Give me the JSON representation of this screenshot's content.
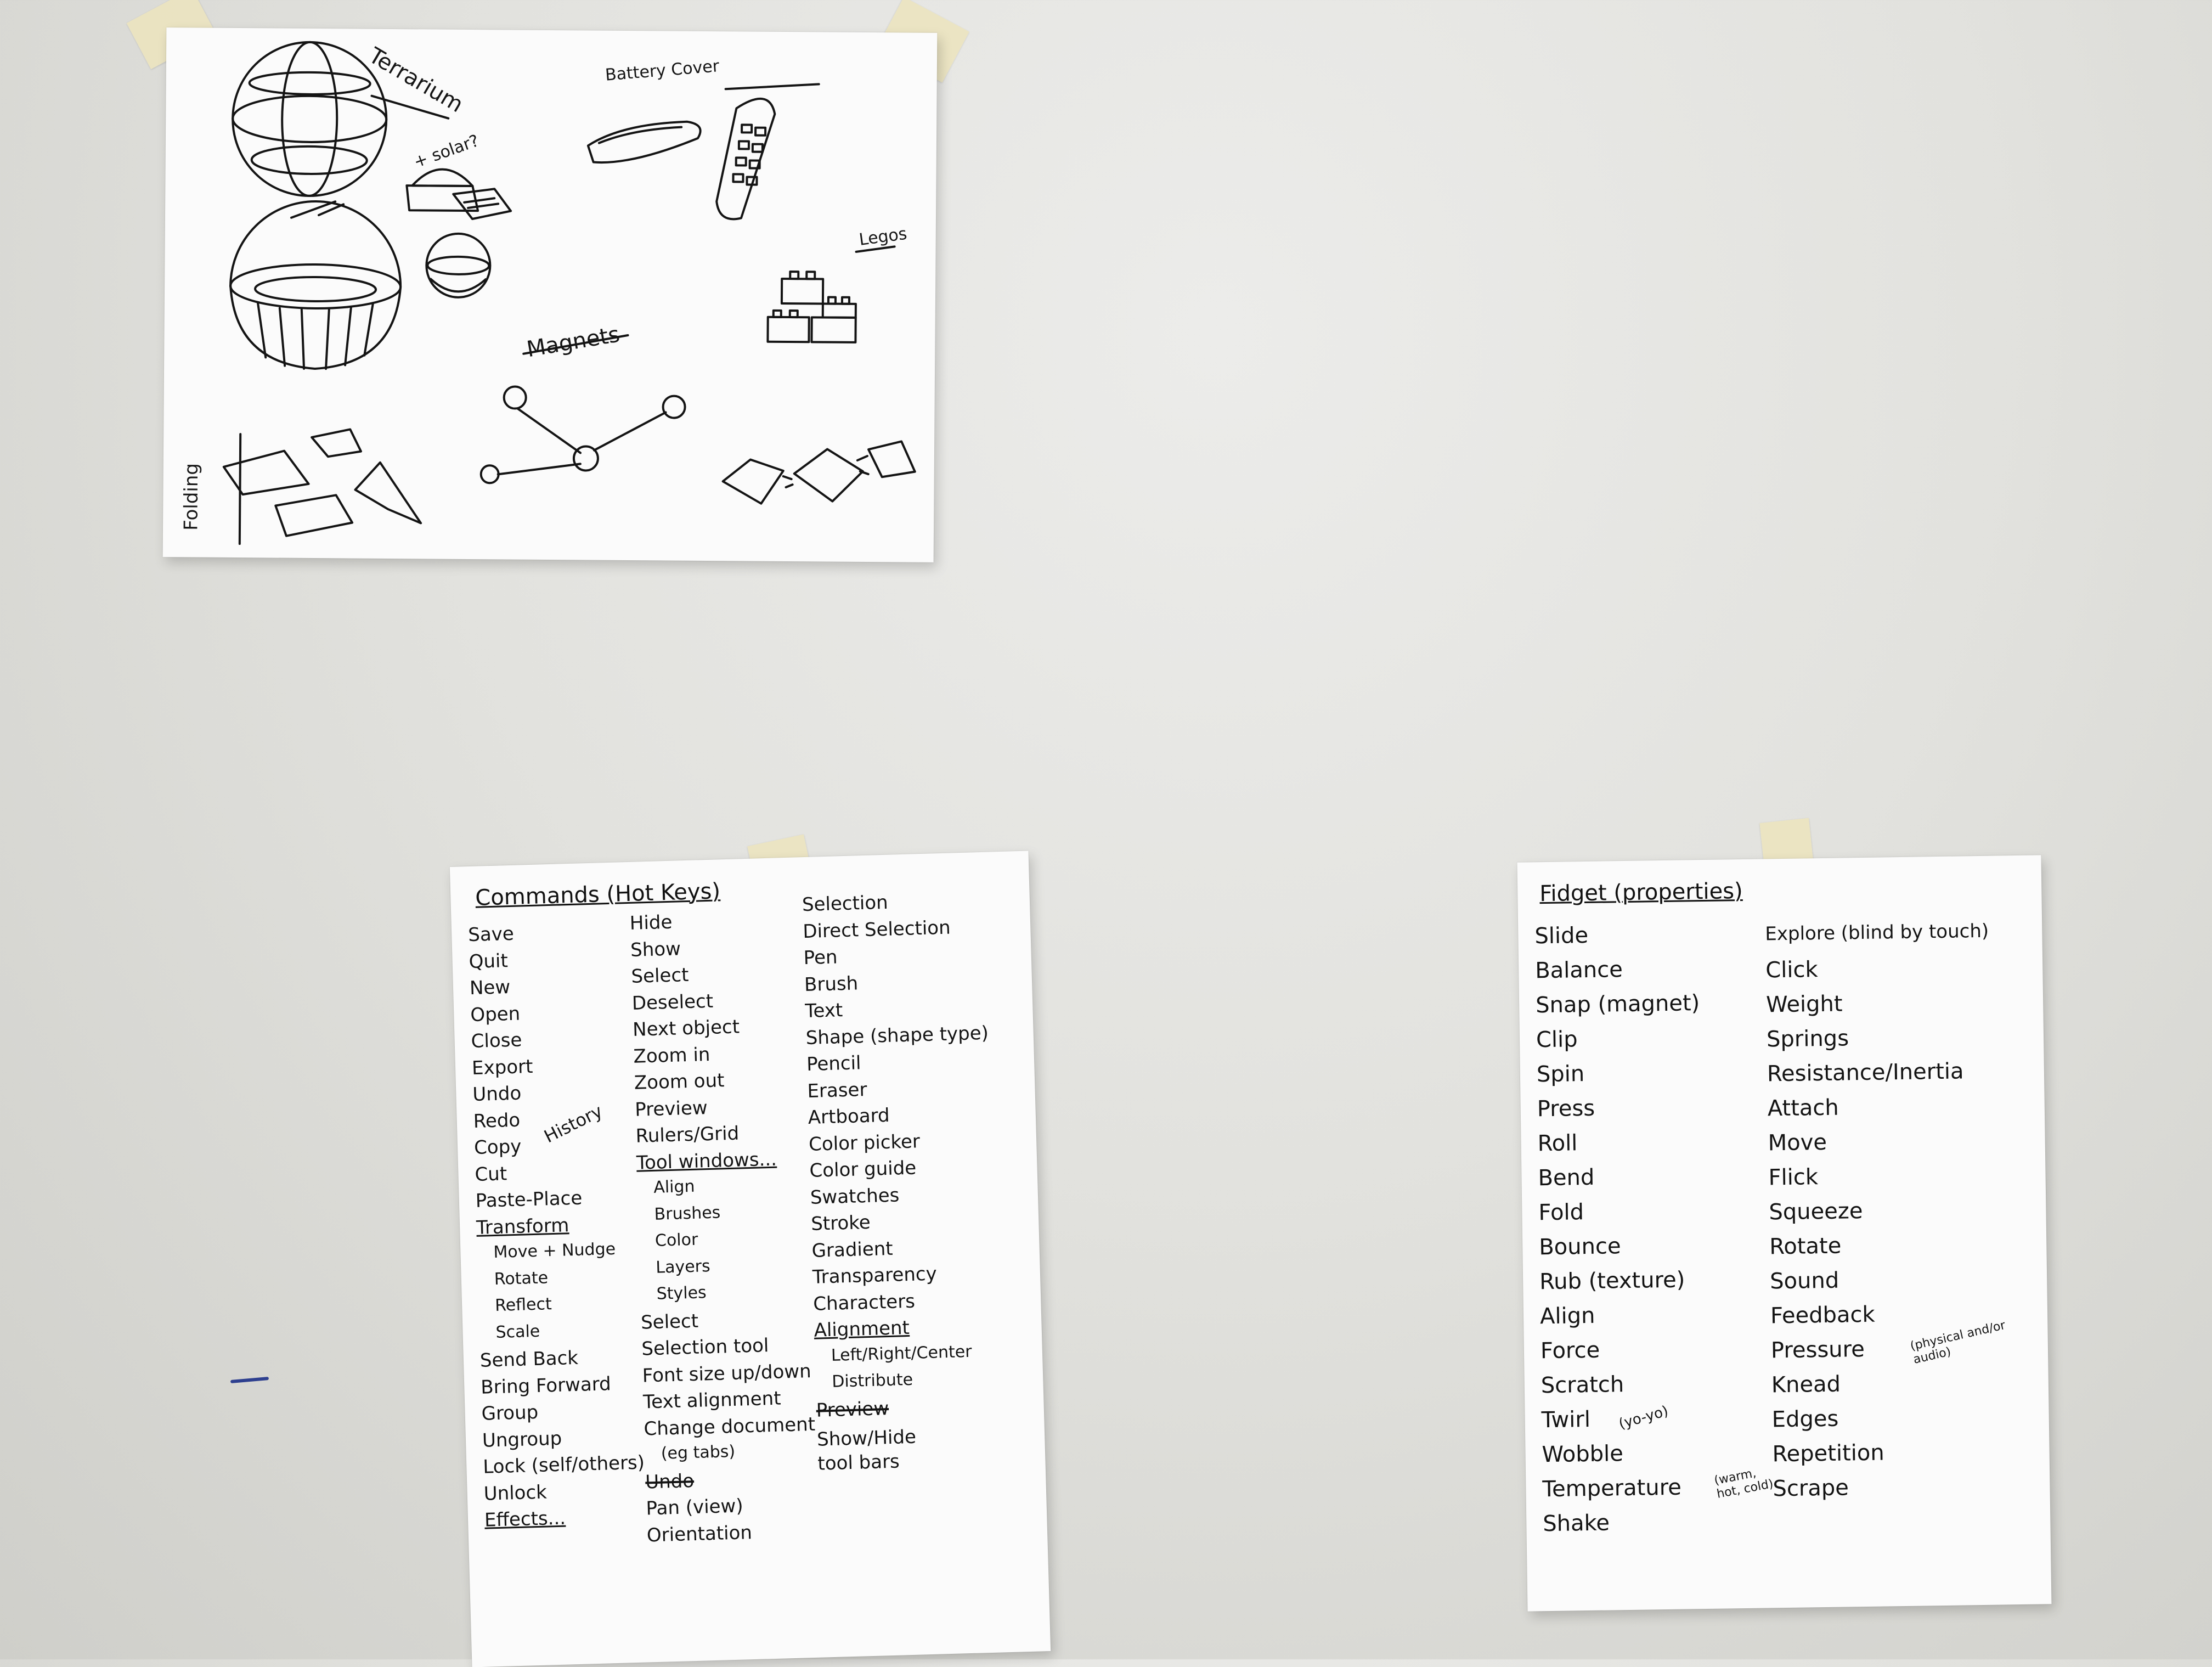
{
  "sketch_sheet": {
    "labels": {
      "terrarium": "Terrarium",
      "solar": "+ solar?",
      "battery_cover": "Battery Cover",
      "legos": "Legos",
      "magnets": "Magnets",
      "folding": "Folding"
    }
  },
  "commands_sheet": {
    "title": "Commands (Hot Keys)",
    "column1": [
      "Save",
      "Quit",
      "New",
      "Open",
      "Close",
      "Export",
      "Undo",
      "Redo",
      "Copy",
      "Cut",
      "Paste-Place"
    ],
    "history_note": "History",
    "transform_heading": "Transform",
    "transform_items": [
      "Move + Nudge",
      "Rotate",
      "Reflect",
      "Scale"
    ],
    "column1_bottom": [
      "Send Back",
      "Bring Forward",
      "Group",
      "Ungroup",
      "Lock (self/others)",
      "Unlock"
    ],
    "effects": "Effects...",
    "column2": [
      "Hide",
      "Show",
      "Select",
      "Deselect",
      "Next object",
      "Zoom in",
      "Zoom out",
      "Preview",
      "Rulers/Grid"
    ],
    "tool_windows_heading": "Tool windows...",
    "tool_windows_items": [
      "Align",
      "Brushes",
      "Color",
      "Layers",
      "Styles"
    ],
    "column2_bottom": [
      "Select",
      "Selection tool",
      "Font size up/down",
      "Text alignment",
      "Change document"
    ],
    "change_document_note": "(eg tabs)",
    "crossed_out_1": "Undo",
    "column2_end": [
      "Pan (view)",
      "Orientation"
    ],
    "column3": [
      "Selection",
      "Direct Selection",
      "Pen",
      "Brush",
      "Text",
      "Shape (shape type)",
      "Pencil",
      "Eraser",
      "Artboard",
      "Color picker",
      "Color guide",
      "Swatches",
      "Stroke",
      "Gradient",
      "Transparency",
      "Characters"
    ],
    "alignment_heading": "Alignment",
    "alignment_items": [
      "Left/Right/Center",
      "Distribute"
    ],
    "crossed_out_2": "Preview",
    "show_hide": "Show/Hide tool bars"
  },
  "fidget_sheet": {
    "title": "Fidget (properties)",
    "column1": [
      "Slide",
      "Balance",
      "Snap (magnet)",
      "Clip",
      "Spin",
      "Press",
      "Roll",
      "Bend",
      "Fold",
      "Bounce",
      "Rub (texture)",
      "Align",
      "Force",
      "Scratch",
      "Twirl",
      "Wobble",
      "Temperature",
      "Shake"
    ],
    "twirl_note": "(yo-yo)",
    "temperature_note": "(warm, hot, cold)",
    "column2": [
      "Explore (blind by touch)",
      "Click",
      "Weight",
      "Springs",
      "Resistance/Inertia",
      "Attach",
      "Move",
      "Flick",
      "Squeeze",
      "Rotate",
      "Sound",
      "Feedback",
      "Pressure",
      "Knead",
      "Edges",
      "Repetition",
      "Scrape"
    ],
    "feedback_note": "(physical and/or audio)"
  },
  "colors": {
    "wall": "#e2e2de",
    "paper": "#fbfbfb",
    "ink": "#141414",
    "tape": "#ece4be",
    "stray_mark": "#2d3f8f"
  }
}
